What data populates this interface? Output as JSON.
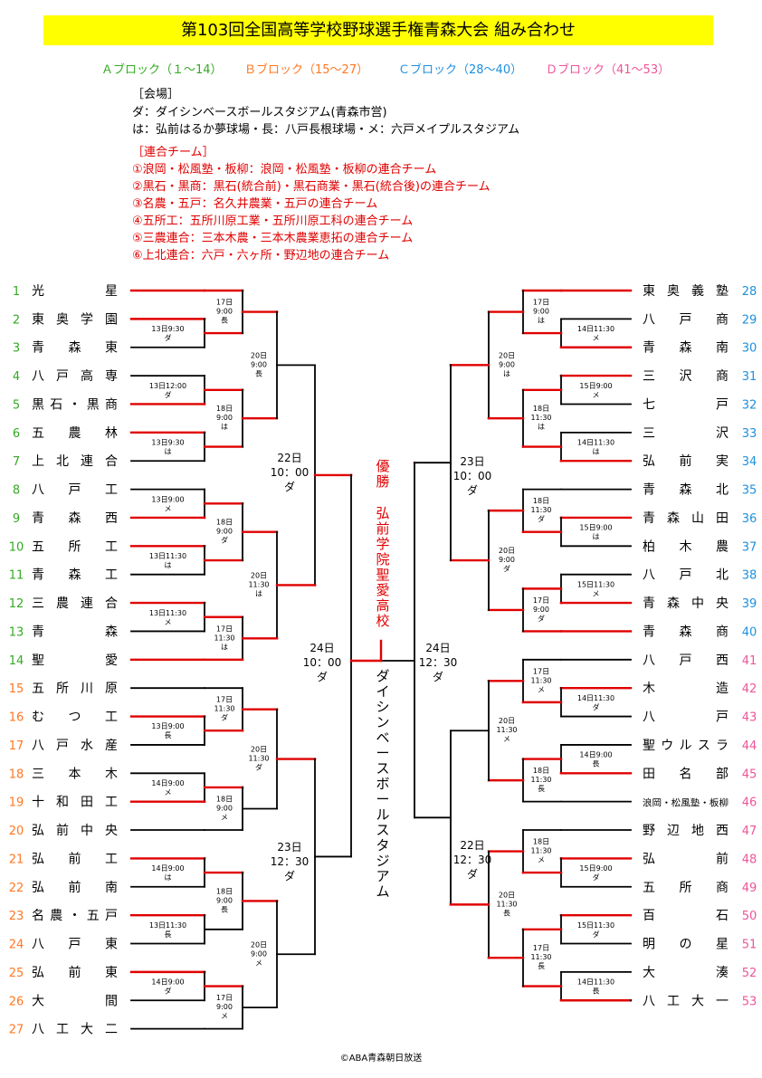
{
  "title": "第103回全国高等学校野球選手権青森大会 組み合わせ",
  "blocks": [
    {
      "label": "Ａブロック（１～14）",
      "color": "#33aa22"
    },
    {
      "label": "Ｂブロック（15～27）",
      "color": "#ff7722"
    },
    {
      "label": "Ｃブロック（28～40）",
      "color": "#1e90dd"
    },
    {
      "label": "Ｄブロック（41～53）",
      "color": "#ee5599"
    }
  ],
  "venue_heading": "［会場］",
  "venue_lines": [
    "ダ：ダイシンベースボールスタジアム(青森市営)",
    "は：弘前はるか夢球場・長：八戸長根球場・メ：六戸メイプルスタジアム"
  ],
  "joint_heading": "［連合チーム］",
  "joint_lines": [
    "①浪岡・松風塾・板柳：浪岡・松風塾・板柳の連合チーム",
    "②黒石・黒商：黒石(統合前)・黒石商業・黒石(統合後)の連合チーム",
    "③名農・五戸：名久井農業・五戸の連合チーム",
    "④五所工：五所川原工業・五所川原工科の連合チーム",
    "⑤三農連合：三本木農・三本木農業恵拓の連合チーム",
    "⑥上北連合：六戸・六ヶ所・野辺地の連合チーム"
  ],
  "teams_left": [
    {
      "no": "1",
      "name": "光星"
    },
    {
      "no": "2",
      "name": "東奥学園"
    },
    {
      "no": "3",
      "name": "青森東"
    },
    {
      "no": "4",
      "name": "八戸高専"
    },
    {
      "no": "5",
      "name": "黒石・黒商"
    },
    {
      "no": "6",
      "name": "五農林"
    },
    {
      "no": "7",
      "name": "上北連合"
    },
    {
      "no": "8",
      "name": "八戸工"
    },
    {
      "no": "9",
      "name": "青森西"
    },
    {
      "no": "10",
      "name": "五所工"
    },
    {
      "no": "11",
      "name": "青森工"
    },
    {
      "no": "12",
      "name": "三農連合"
    },
    {
      "no": "13",
      "name": "青森"
    },
    {
      "no": "14",
      "name": "聖愛"
    },
    {
      "no": "15",
      "name": "五所川原"
    },
    {
      "no": "16",
      "name": "むつ工"
    },
    {
      "no": "17",
      "name": "八戸水産"
    },
    {
      "no": "18",
      "name": "三本木"
    },
    {
      "no": "19",
      "name": "十和田工"
    },
    {
      "no": "20",
      "name": "弘前中央"
    },
    {
      "no": "21",
      "name": "弘前工"
    },
    {
      "no": "22",
      "name": "弘前南"
    },
    {
      "no": "23",
      "name": "名農・五戸"
    },
    {
      "no": "24",
      "name": "八戸東"
    },
    {
      "no": "25",
      "name": "弘前東"
    },
    {
      "no": "26",
      "name": "大間"
    },
    {
      "no": "27",
      "name": "八工大二"
    }
  ],
  "teams_right": [
    {
      "no": "28",
      "name": "東奥義塾"
    },
    {
      "no": "29",
      "name": "八戸商"
    },
    {
      "no": "30",
      "name": "青森南"
    },
    {
      "no": "31",
      "name": "三沢商"
    },
    {
      "no": "32",
      "name": "七戸"
    },
    {
      "no": "33",
      "name": "三沢"
    },
    {
      "no": "34",
      "name": "弘前実"
    },
    {
      "no": "35",
      "name": "青森北"
    },
    {
      "no": "36",
      "name": "青森山田"
    },
    {
      "no": "37",
      "name": "柏木農"
    },
    {
      "no": "38",
      "name": "八戸北"
    },
    {
      "no": "39",
      "name": "青森中央"
    },
    {
      "no": "40",
      "name": "青森商"
    },
    {
      "no": "41",
      "name": "八戸西"
    },
    {
      "no": "42",
      "name": "木造"
    },
    {
      "no": "43",
      "name": "八戸"
    },
    {
      "no": "44",
      "name": "聖ウルスラ"
    },
    {
      "no": "45",
      "name": "田名部"
    },
    {
      "no": "46",
      "name": "浪岡・松風塾・板柳"
    },
    {
      "no": "47",
      "name": "野辺地西"
    },
    {
      "no": "48",
      "name": "弘前"
    },
    {
      "no": "49",
      "name": "五所商"
    },
    {
      "no": "50",
      "name": "百石"
    },
    {
      "no": "51",
      "name": "明の星"
    },
    {
      "no": "52",
      "name": "大湊"
    },
    {
      "no": "53",
      "name": "八工大一"
    }
  ],
  "labels": {
    "r1_2_3": [
      "13日9:30",
      "ダ"
    ],
    "r1_4_5": [
      "13日12:00",
      "ダ"
    ],
    "r1_6_7": [
      "13日9:30",
      "は"
    ],
    "r1_8_9": [
      "13日9:00",
      "メ"
    ],
    "r1_10_11": [
      "13日11:30",
      "は"
    ],
    "r1_12_13": [
      "13日11:30",
      "メ"
    ],
    "r1_16_17": [
      "13日9:00",
      "長"
    ],
    "r1_18_19": [
      "14日9:00",
      "メ"
    ],
    "r1_21_22": [
      "14日9:00",
      "は"
    ],
    "r1_23_24": [
      "13日11:30",
      "長"
    ],
    "r1_25_26": [
      "14日9:00",
      "ダ"
    ],
    "r1_29_30": [
      "14日11:30",
      "メ"
    ],
    "r1_31_32": [
      "15日9:00",
      "メ"
    ],
    "r1_33_34": [
      "14日11:30",
      "は"
    ],
    "r1_36_37": [
      "15日9:00",
      "は"
    ],
    "r1_38_39": [
      "15日11:30",
      "メ"
    ],
    "r1_41_42": [
      "14日11:30",
      "ダ"
    ],
    "r1_44_45": [
      "14日9:00",
      "長"
    ],
    "r1_47_48": [
      "15日9:00",
      "ダ"
    ],
    "r1_49_50": [
      "15日11:30",
      "ダ"
    ],
    "r1_51_52": [
      "14日11:30",
      "長"
    ],
    "r2_A1": [
      "17日",
      "9:00",
      "長"
    ],
    "r2_A2": [
      "18日",
      "9:00",
      "は"
    ],
    "r2_A3": [
      "18日",
      "9:00",
      "ダ"
    ],
    "r2_A4": [
      "17日",
      "11:30",
      "は"
    ],
    "r2_B1": [
      "17日",
      "11:30",
      "ダ"
    ],
    "r2_B2": [
      "18日",
      "9:00",
      "メ"
    ],
    "r2_B3": [
      "18日",
      "9:00",
      "長"
    ],
    "r2_B4": [
      "17日",
      "9:00",
      "メ"
    ],
    "r2_C1": [
      "17日",
      "9:00",
      "は"
    ],
    "r2_C2": [
      "18日",
      "11:30",
      "は"
    ],
    "r2_C3": [
      "18日",
      "11:30",
      "ダ"
    ],
    "r2_C4": [
      "17日",
      "9:00",
      "ダ"
    ],
    "r2_D1": [
      "17日",
      "11:30",
      "メ"
    ],
    "r2_D2": [
      "18日",
      "11:30",
      "長"
    ],
    "r2_D3": [
      "18日",
      "11:30",
      "メ"
    ],
    "r2_D4": [
      "17日",
      "11:30",
      "長"
    ],
    "r3_A1": [
      "20日",
      "9:00",
      "長"
    ],
    "r3_A2": [
      "20日",
      "11:30",
      "は"
    ],
    "r3_B1": [
      "20日",
      "11:30",
      "ダ"
    ],
    "r3_B2": [
      "20日",
      "9:00",
      "メ"
    ],
    "r3_C1": [
      "20日",
      "9:00",
      "は"
    ],
    "r3_C2": [
      "20日",
      "9:00",
      "ダ"
    ],
    "r3_D1": [
      "20日",
      "11:30",
      "メ"
    ],
    "r3_D2": [
      "20日",
      "11:30",
      "長"
    ],
    "qf_A": [
      "22日",
      "10：00",
      "ダ"
    ],
    "qf_B": [
      "23日",
      "12：30",
      "ダ"
    ],
    "qf_C": [
      "23日",
      "10：00",
      "ダ"
    ],
    "qf_D": [
      "22日",
      "12：30",
      "ダ"
    ],
    "sf_L": [
      "24日",
      "10：00",
      "ダ"
    ],
    "sf_R": [
      "24日",
      "12：30",
      "ダ"
    ]
  },
  "final_label": "優勝",
  "champion": "弘前学院聖愛高校",
  "final_venue": "ダイシンベースボールスタジアム",
  "credit": "©ABA青森朝日放送",
  "colors": {
    "win": "#e00000",
    "line": "#000000",
    "title_bg": "#ffff00"
  }
}
